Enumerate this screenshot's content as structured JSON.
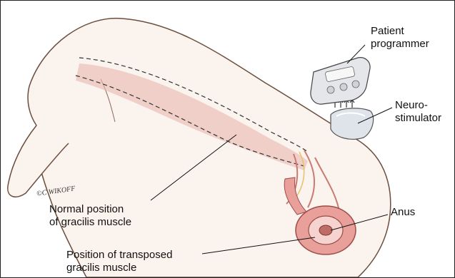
{
  "labels": {
    "patient_programmer": [
      "Patient",
      "programmer"
    ],
    "neurostimulator": [
      "Neuro-",
      "stimulator"
    ],
    "anus": "Anus",
    "normal_position": [
      "Normal position",
      "of gracilis muscle"
    ],
    "transposed_position": [
      "Position of transposed",
      "gracilis muscle"
    ]
  },
  "signature": "©C WIKOFF",
  "colors": {
    "skin_outline": "#6b4e3d",
    "skin_fill": "#fbf3ee",
    "muscle": "#e9b8b0",
    "muscle_dark": "#c97b72",
    "leader": "#111111"
  },
  "icons": {
    "patient_programmer": "remote-control-device",
    "neurostimulator": "implant-device",
    "signal_arrows": "upward-arrows"
  }
}
